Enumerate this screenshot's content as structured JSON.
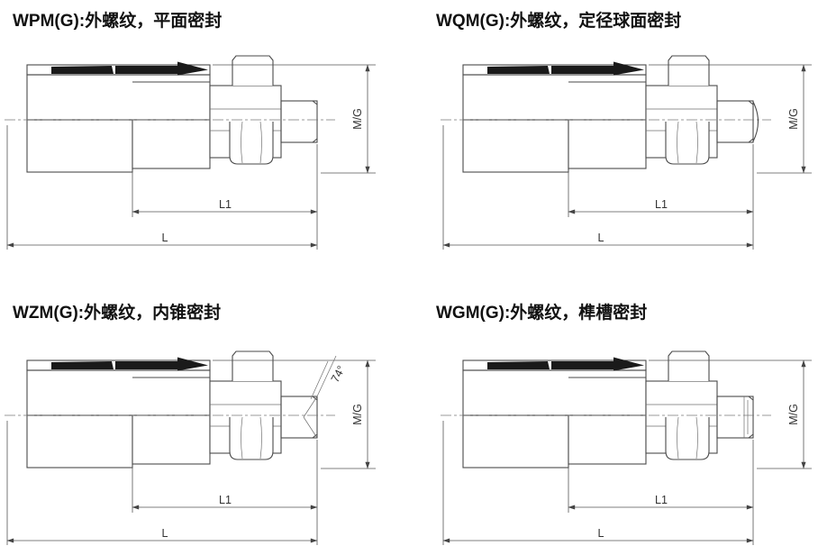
{
  "diagrams": [
    {
      "title": "WPM(G):外螺纹，平面密封",
      "dims": {
        "mg": "M/G",
        "l1": "L1",
        "l": "L"
      }
    },
    {
      "title": "WQM(G):外螺纹，定径球面密封",
      "dims": {
        "mg": "M/G",
        "l1": "L1",
        "l": "L"
      }
    },
    {
      "title": "WZM(G):外螺纹，内锥密封",
      "dims": {
        "mg": "M/G",
        "l1": "L1",
        "l": "L"
      },
      "cone_angle": "74°"
    },
    {
      "title": "WGM(G):外螺纹，榫槽密封",
      "dims": {
        "mg": "M/G",
        "l1": "L1",
        "l": "L"
      }
    }
  ],
  "colors": {
    "line": "#4a4a4a",
    "fill_mark": "#1a1a1a"
  }
}
